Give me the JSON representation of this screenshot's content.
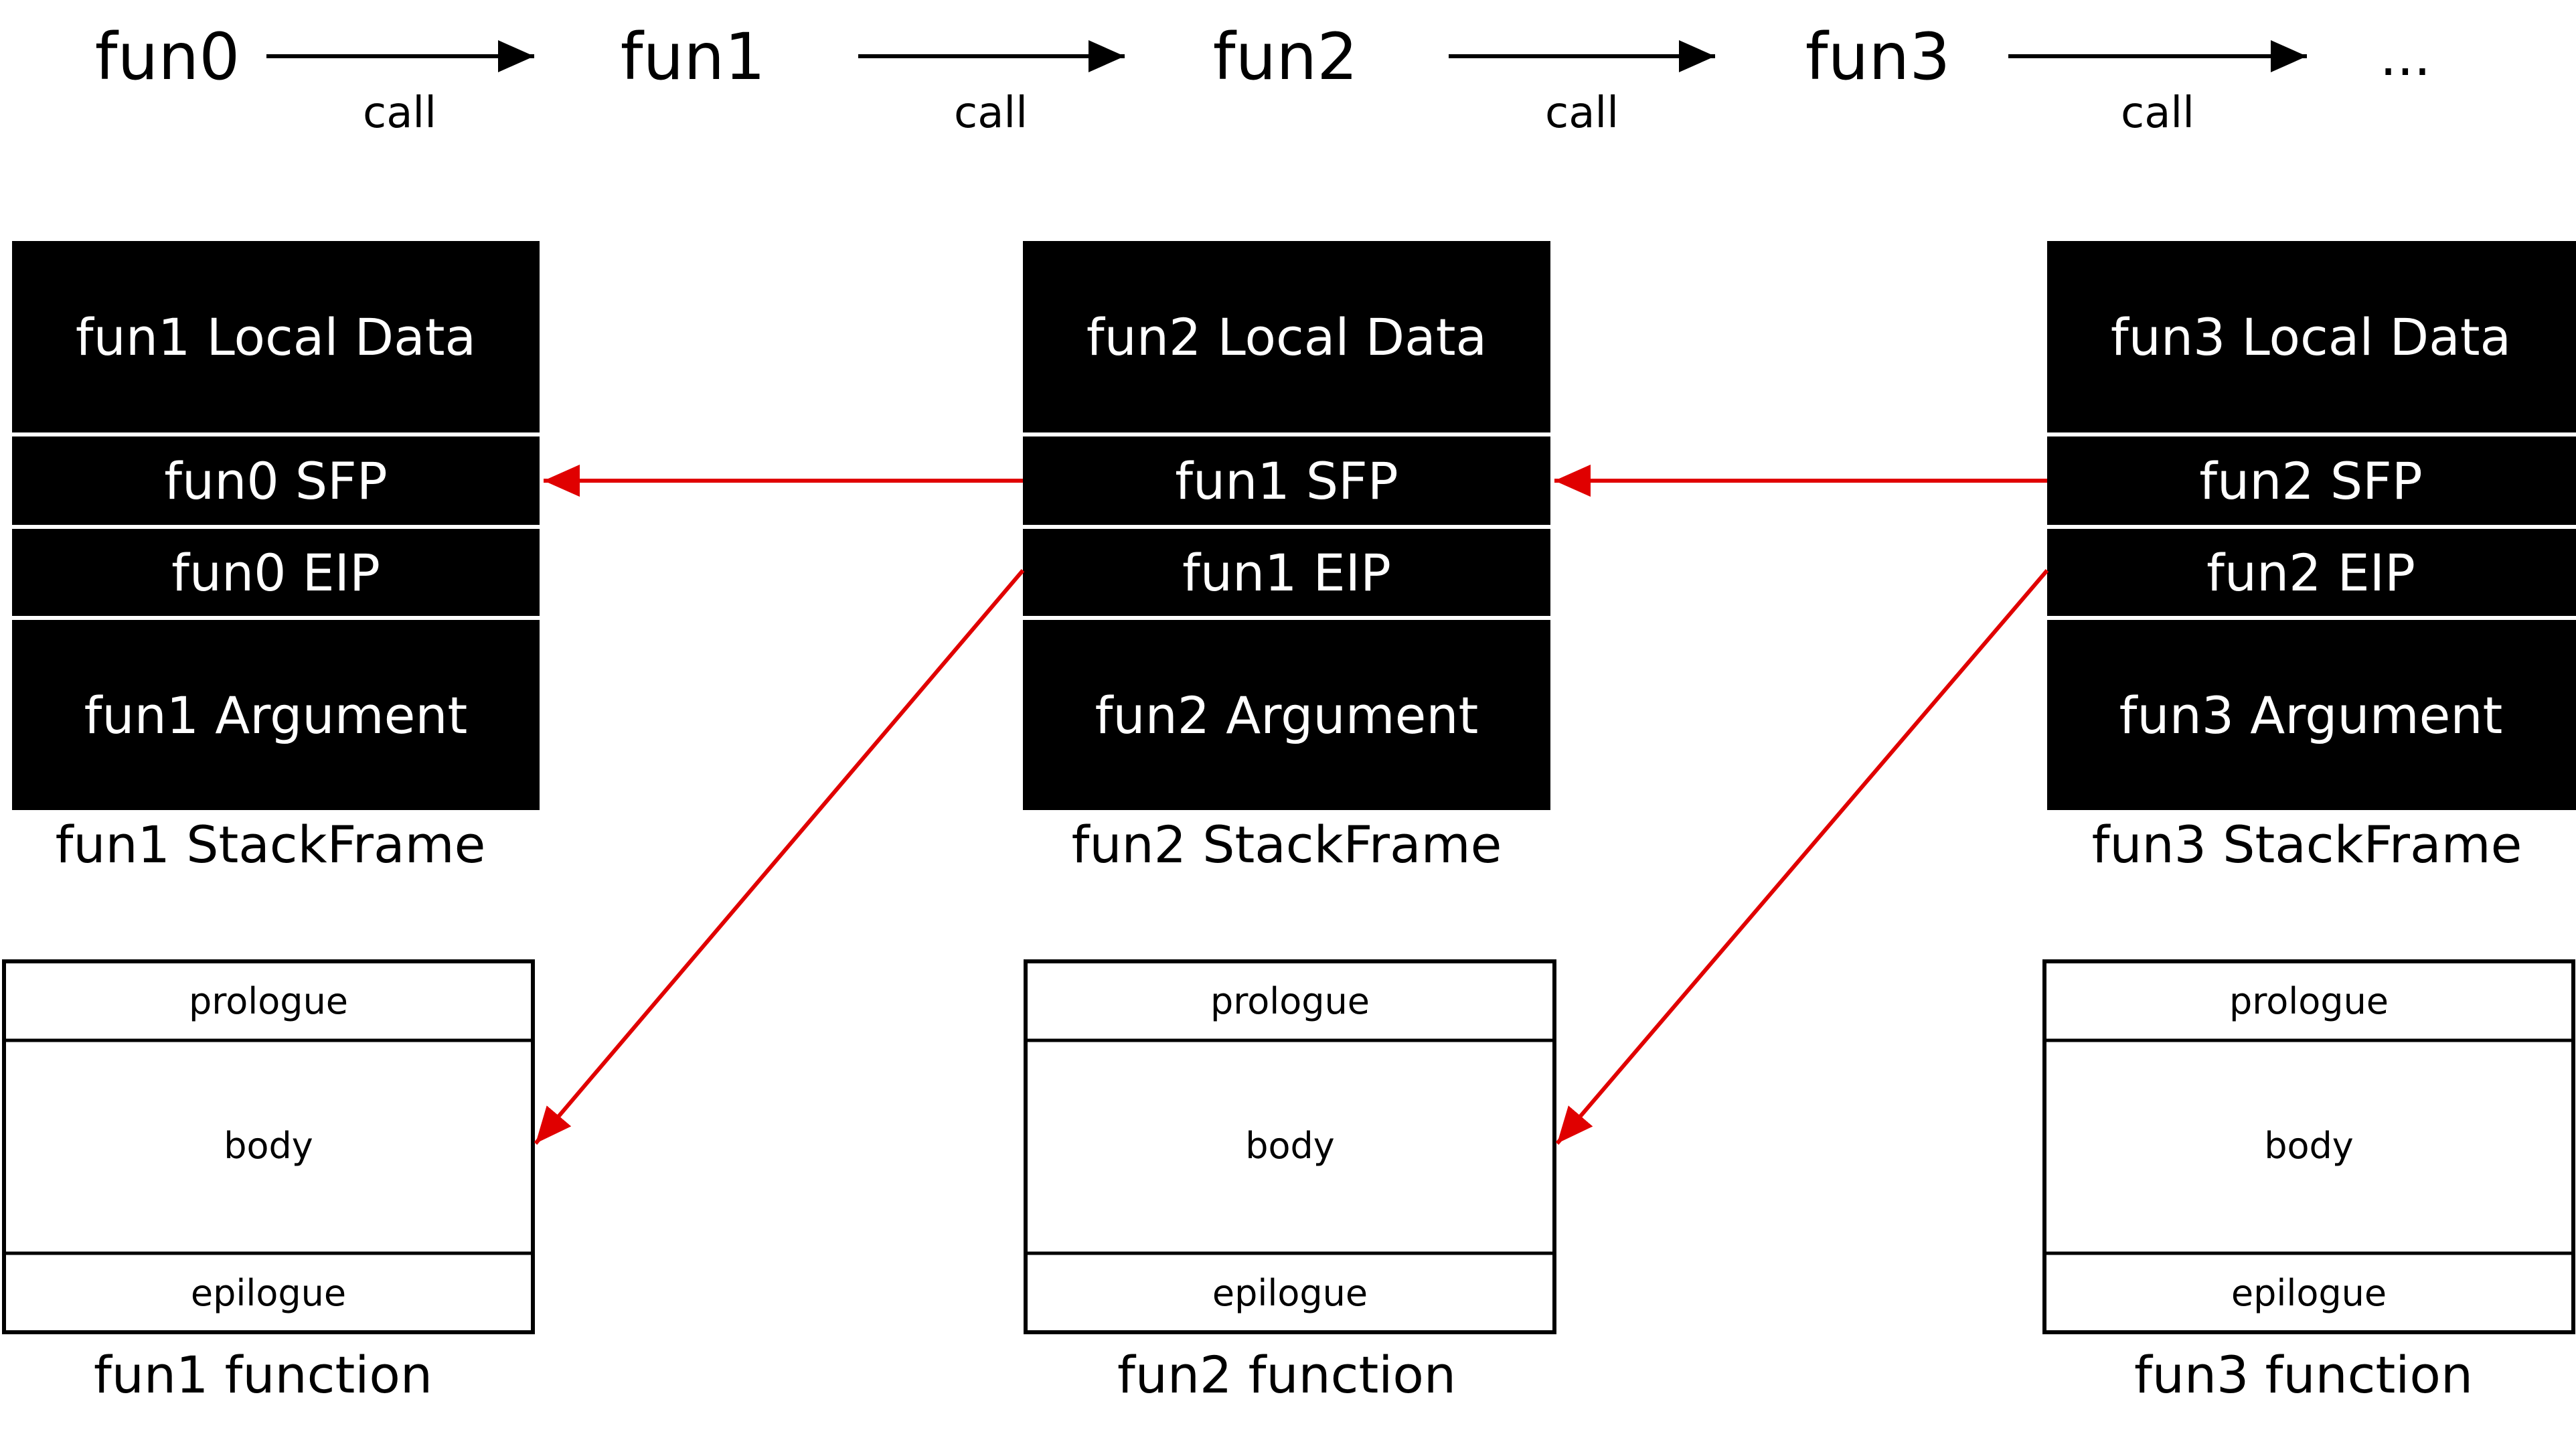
{
  "call_chain": {
    "functions": [
      "fun0",
      "fun1",
      "fun2",
      "fun3",
      "..."
    ],
    "call_label": "call"
  },
  "frames": [
    {
      "local": "fun1 Local Data",
      "sfp": "fun0 SFP",
      "eip": "fun0 EIP",
      "argument": "fun1 Argument",
      "caption": "fun1 StackFrame",
      "func": {
        "prologue": "prologue",
        "body": "body",
        "epilogue": "epilogue",
        "caption": "fun1 function"
      }
    },
    {
      "local": "fun2 Local Data",
      "sfp": "fun1 SFP",
      "eip": "fun1 EIP",
      "argument": "fun2 Argument",
      "caption": "fun2 StackFrame",
      "func": {
        "prologue": "prologue",
        "body": "body",
        "epilogue": "epilogue",
        "caption": "fun2 function"
      }
    },
    {
      "local": "fun3 Local Data",
      "sfp": "fun2 SFP",
      "eip": "fun2 EIP",
      "argument": "fun3 Argument",
      "caption": "fun3 StackFrame",
      "func": {
        "prologue": "prologue",
        "body": "body",
        "epilogue": "epilogue",
        "caption": "fun3 function"
      }
    }
  ],
  "colors": {
    "frame_fill": "#000000",
    "frame_text": "#ffffff",
    "link_arrow": "#e00000",
    "call_arrow": "#000000"
  }
}
